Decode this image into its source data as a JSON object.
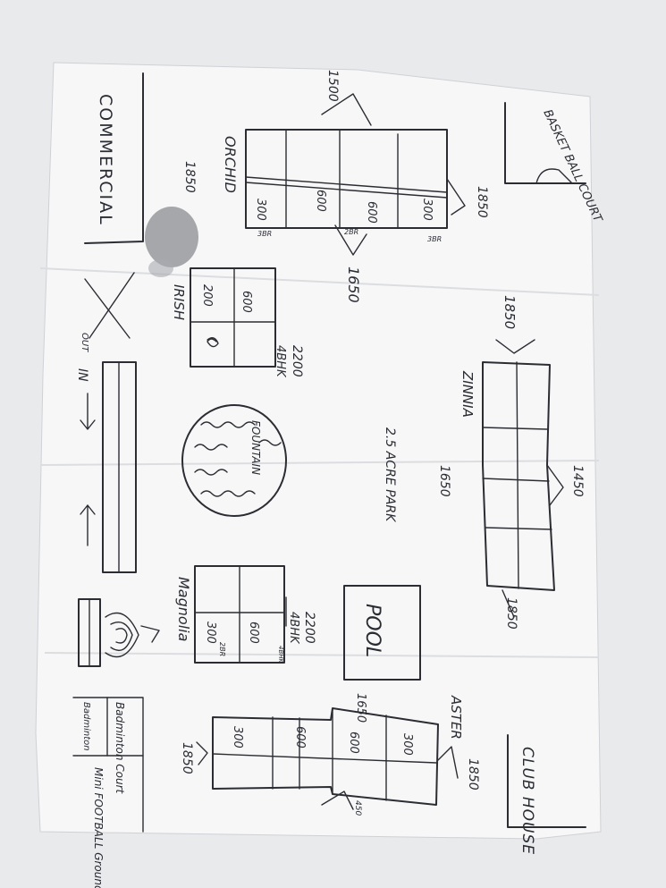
{
  "labels": {
    "commercial": "COMMERCIAL",
    "basketball_court": "BASKET BALL COURT",
    "club_house": "CLUB HOUSE",
    "mini_football": "Mini FOOTBALL Ground",
    "badminton_court_1": "Badminton Court",
    "badminton_court_2": "Badminton",
    "park": "2.5 ACRE PARK",
    "pool": "POOL",
    "fountain": "FOUNTAIN",
    "in": "IN",
    "out": "OUT"
  },
  "blocks": {
    "orchid": {
      "name": "ORCHID",
      "dim_top": "1500",
      "dim_left": "1850",
      "dim_right": "1850",
      "dim_bottom": "1650",
      "cells": [
        "300",
        "600",
        "600",
        "300"
      ],
      "sub_1": "3BR",
      "sub_2": "3BR",
      "sub_3": "2BR"
    },
    "irish": {
      "name": "IRISH",
      "dim": "2200",
      "bhk": "4BHK",
      "cells": [
        "200",
        "600"
      ]
    },
    "zinnia": {
      "name": "ZINNIA",
      "dim_top": "1850",
      "dim_left": "1650",
      "dim_right": "1450",
      "dim_bottom": "1850"
    },
    "magnolia": {
      "name": "Magnolia",
      "dim": "2200",
      "bhk": "4BHK",
      "sub": "4BHK",
      "cells": [
        "300",
        "600"
      ],
      "sub_2": "2BR"
    },
    "aster": {
      "name": "ASTER",
      "dim_top": "1650",
      "dim_right": "1850",
      "dim_bottom": "1850",
      "dim_small": "450",
      "cells": [
        "300",
        "600",
        "600",
        "300"
      ]
    }
  }
}
